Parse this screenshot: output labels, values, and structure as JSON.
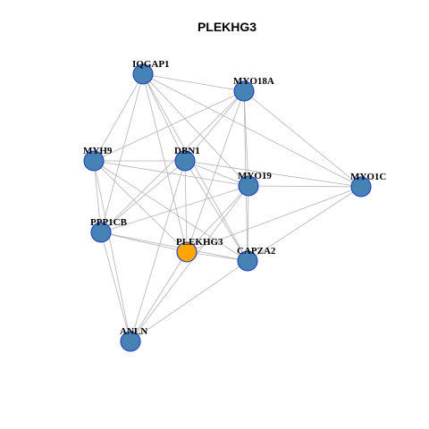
{
  "title": "PLEKHG3",
  "colors": {
    "node_default": "#4682b4",
    "node_focus": "#ffa500",
    "node_stroke": "#1f3fbf",
    "edge": "#b3b3b3"
  },
  "nodes": [
    {
      "id": "IQGAP1",
      "label": "IQGAP1"
    },
    {
      "id": "MYO18A",
      "label": "MYO18A"
    },
    {
      "id": "MYH9",
      "label": "MYH9"
    },
    {
      "id": "DBN1",
      "label": "DBN1"
    },
    {
      "id": "MYO19",
      "label": "MYO19"
    },
    {
      "id": "MYO1C",
      "label": "MYO1C"
    },
    {
      "id": "PPP1CB",
      "label": "PPP1CB"
    },
    {
      "id": "PLEKHG3",
      "label": "PLEKHG3",
      "focus": true
    },
    {
      "id": "CAPZA2",
      "label": "CAPZA2"
    },
    {
      "id": "ANLN",
      "label": "ANLN"
    }
  ],
  "edges": [
    [
      "IQGAP1",
      "MYO18A"
    ],
    [
      "IQGAP1",
      "MYH9"
    ],
    [
      "IQGAP1",
      "DBN1"
    ],
    [
      "IQGAP1",
      "MYO19"
    ],
    [
      "IQGAP1",
      "PPP1CB"
    ],
    [
      "IQGAP1",
      "PLEKHG3"
    ],
    [
      "IQGAP1",
      "CAPZA2"
    ],
    [
      "IQGAP1",
      "MYO1C"
    ],
    [
      "MYO18A",
      "MYH9"
    ],
    [
      "MYO18A",
      "DBN1"
    ],
    [
      "MYO18A",
      "MYO19"
    ],
    [
      "MYO18A",
      "PPP1CB"
    ],
    [
      "MYO18A",
      "PLEKHG3"
    ],
    [
      "MYO18A",
      "CAPZA2"
    ],
    [
      "MYO18A",
      "MYO1C"
    ],
    [
      "MYH9",
      "DBN1"
    ],
    [
      "MYH9",
      "MYO19"
    ],
    [
      "MYH9",
      "PPP1CB"
    ],
    [
      "MYH9",
      "PLEKHG3"
    ],
    [
      "MYH9",
      "CAPZA2"
    ],
    [
      "MYH9",
      "ANLN"
    ],
    [
      "DBN1",
      "MYO19"
    ],
    [
      "DBN1",
      "PPP1CB"
    ],
    [
      "DBN1",
      "PLEKHG3"
    ],
    [
      "DBN1",
      "CAPZA2"
    ],
    [
      "DBN1",
      "MYO1C"
    ],
    [
      "DBN1",
      "ANLN"
    ],
    [
      "MYO19",
      "MYO1C"
    ],
    [
      "MYO19",
      "PPP1CB"
    ],
    [
      "MYO19",
      "PLEKHG3"
    ],
    [
      "MYO19",
      "CAPZA2"
    ],
    [
      "MYO19",
      "ANLN"
    ],
    [
      "MYO1C",
      "PLEKHG3"
    ],
    [
      "MYO1C",
      "CAPZA2"
    ],
    [
      "PPP1CB",
      "PLEKHG3"
    ],
    [
      "PPP1CB",
      "CAPZA2"
    ],
    [
      "PPP1CB",
      "ANLN"
    ],
    [
      "PLEKHG3",
      "CAPZA2"
    ],
    [
      "PLEKHG3",
      "ANLN"
    ],
    [
      "CAPZA2",
      "ANLN"
    ]
  ]
}
